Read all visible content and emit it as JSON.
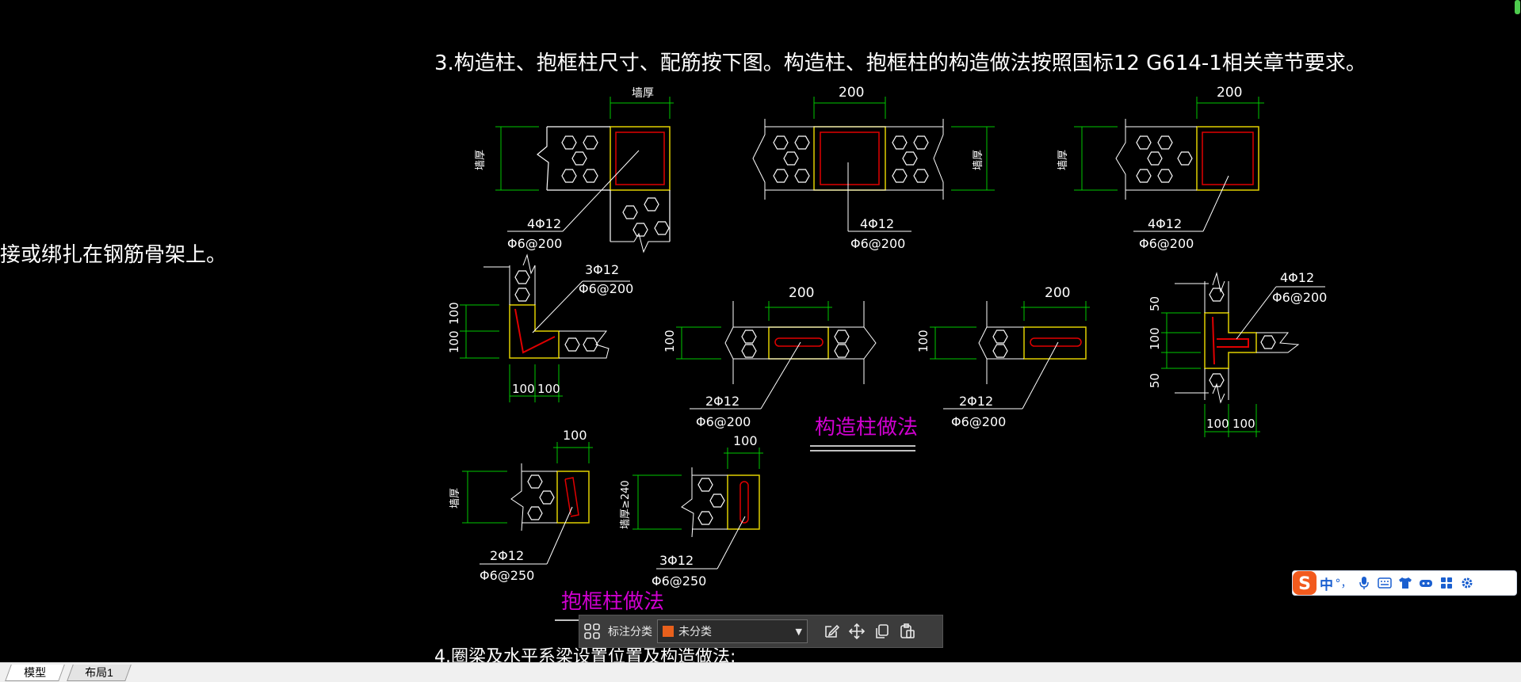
{
  "drawing": {
    "note_heading": "3.构造柱、抱框柱尺寸、配筋按下图。构造柱、抱框柱的构造做法按照国标12 G614-1相关章节要求。",
    "left_fragment": "接或绑扎在钢筋骨架上。",
    "section_title_gzz": "构造柱做法",
    "section_title_bkz": "抱框柱做法",
    "bottom_cut_text": "4.圈梁及水平系梁设置位置及构造做法:",
    "dim_wall_thickness": "墙厚",
    "dim_200": "200",
    "dim_100": "100",
    "dim_50": "50",
    "dim_wall_ge240": "墙厚≥240",
    "rebar_4phi12": "4Φ12",
    "rebar_3phi12": "3Φ12",
    "rebar_2phi12": "2Φ12",
    "stirrup_200": "Φ6@200",
    "stirrup_250": "Φ6@250"
  },
  "tabs": {
    "model": "模型",
    "layout1": "布局1"
  },
  "toolbar": {
    "label": "标注分类",
    "select_value": "未分类",
    "swatch_color": "#e8601c"
  },
  "ime": {
    "mode": "中",
    "punct": "°，"
  },
  "colors": {
    "background": "#000000",
    "dimension": "#00c800",
    "column": "#e0d000",
    "rebar": "#e00000",
    "title": "#d000d0"
  }
}
